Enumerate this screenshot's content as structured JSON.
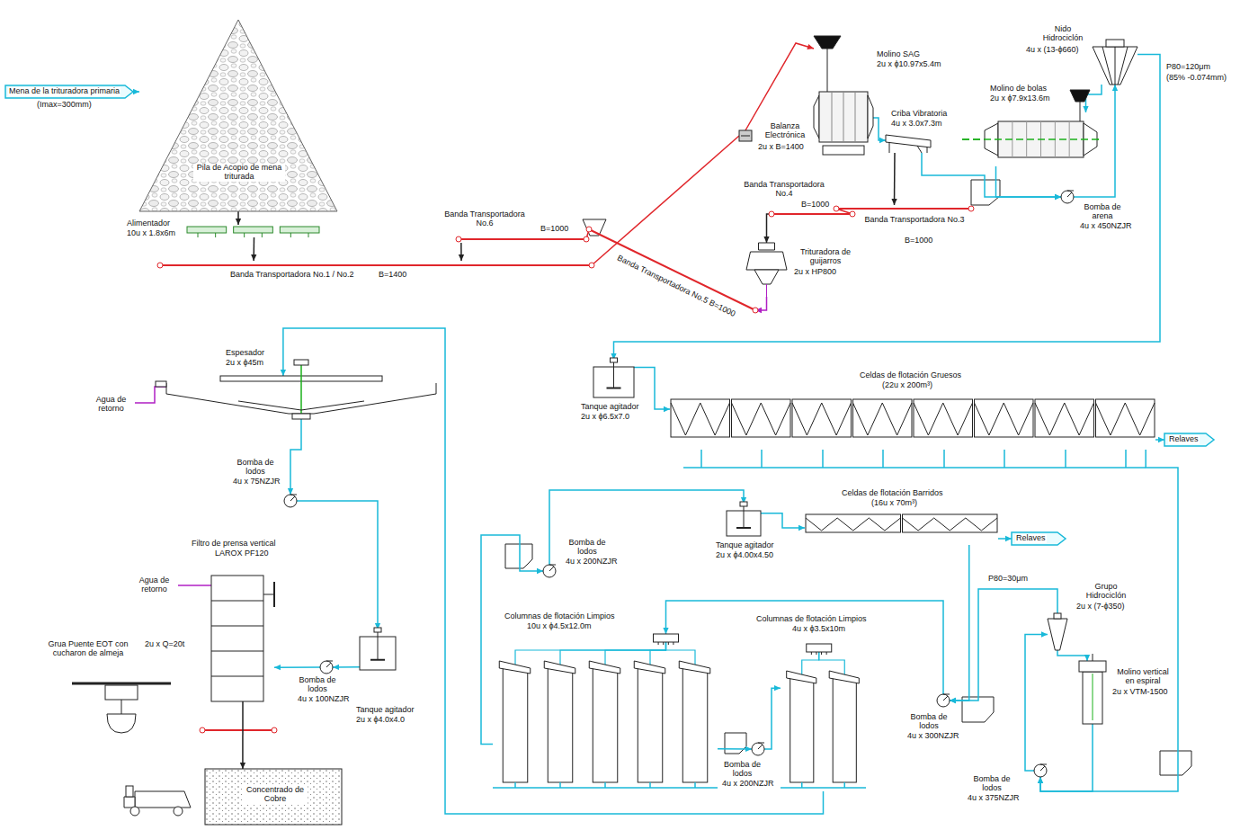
{
  "diagram": {
    "nodes": [
      {
        "text": [
          "Mena de la trituradora primaria",
          "(Imax=300mm)"
        ]
      },
      {
        "text": [
          "Pila de Acopio de mena triturada"
        ]
      },
      {
        "text": [
          "Alimentador",
          "10u x 1.8x6m"
        ]
      },
      {
        "text": [
          "Banda Transportadora No.1 / No.2",
          "B=1400"
        ]
      },
      {
        "text": [
          "Banda Transportadora No.6",
          "B=1000"
        ]
      },
      {
        "text": [
          "Balanza Electrónica",
          "2u x B=1400"
        ]
      },
      {
        "text": [
          "Molino SAG",
          "2u x ϕ10.97x5.4m"
        ]
      },
      {
        "text": [
          "Criba Vibratoria",
          "4u x 3.0x7.3m"
        ]
      },
      {
        "text": [
          "Banda Transportadora No.4",
          "B=1000"
        ]
      },
      {
        "text": [
          "Banda Transportadora No.3",
          "B=1000"
        ]
      },
      {
        "text": [
          "Trituradora de guijarros",
          "2u x HP800"
        ]
      },
      {
        "text": [
          "Banda Transportadora No.5 B=1000"
        ]
      },
      {
        "text": [
          "Molino de bolas",
          "2u x ϕ7.9x13.6m"
        ]
      },
      {
        "text": [
          "Nido Hidrociclón",
          "4u x (13-ϕ660)"
        ]
      },
      {
        "text": [
          "Bomba de arena",
          "4u x 450NZJR"
        ]
      },
      {
        "text": [
          "Tanque agitador",
          "2u x ϕ6.5x7.0"
        ]
      },
      {
        "text": [
          "Celdas de flotación Gruesos",
          "(22u x 200m³)"
        ]
      },
      {
        "text": [
          "Relaves"
        ]
      },
      {
        "text": [
          "Celdas de flotación Barridos",
          "(16u x 70m³)"
        ]
      },
      {
        "text": [
          "Relaves"
        ]
      },
      {
        "text": [
          "Tanque agitador",
          "2u x ϕ4.00x4.50"
        ]
      },
      {
        "text": [
          "Bomba de lodos",
          "4u x 200NZJR"
        ]
      },
      {
        "text": [
          "Columnas de flotación Limpios",
          "10u x ϕ4.5x12.0m"
        ]
      },
      {
        "text": [
          "Columnas de flotación Limpios",
          "4u x ϕ3.5x10m"
        ]
      },
      {
        "text": [
          "Bomba de lodos",
          "4u x 200NZJR"
        ]
      },
      {
        "text": [
          "Bomba de lodos",
          "4u x 300NZJR"
        ]
      },
      {
        "text": [
          "Grupo Hidrociclón",
          "2u x (7-ϕ350)"
        ]
      },
      {
        "text": [
          "Molino vertical en espiral",
          "2u x VTM-1500"
        ]
      },
      {
        "text": [
          "Bomba de lodos",
          "4u x 375NZJR"
        ]
      },
      {
        "text": [
          "Espesador",
          "2u x ϕ45m"
        ]
      },
      {
        "text": [
          "Bomba de lodos",
          "4u x 75NZJR"
        ]
      },
      {
        "text": [
          "Filtro de prensa vertical",
          "LAROX PF120"
        ]
      },
      {
        "text": [
          "Bomba de lodos",
          "4u x 100NZJR"
        ]
      },
      {
        "text": [
          "Tanque agitador",
          "2u x ϕ4.0x4.0"
        ]
      },
      {
        "text": [
          "Grua Puente EOT con cucharon de almeja",
          "2u x Q=20t"
        ]
      },
      {
        "text": [
          "Concentrado de Cobre"
        ]
      }
    ],
    "edges": [
      {
        "from": 0,
        "to": 1,
        "arrow": "to"
      },
      {
        "from": 1,
        "to": 2,
        "arrow": "to"
      },
      {
        "from": 2,
        "to": 3,
        "arrow": "to"
      },
      {
        "from": 3,
        "to": 5,
        "arrow": "none"
      },
      {
        "from": 5,
        "to": 6,
        "arrow": "to"
      },
      {
        "from": 6,
        "to": 7,
        "arrow": "to"
      },
      {
        "from": 7,
        "to": 9,
        "arrow": "to"
      },
      {
        "from": 9,
        "to": 8,
        "arrow": "none"
      },
      {
        "from": 8,
        "to": 10,
        "arrow": "to"
      },
      {
        "from": 10,
        "to": 11,
        "arrow": "to"
      },
      {
        "from": 11,
        "to": 4,
        "arrow": "none"
      },
      {
        "from": 4,
        "to": 3,
        "arrow": "to"
      },
      {
        "from": 7,
        "to": 14,
        "arrow": "to"
      },
      {
        "from": 12,
        "to": 14,
        "arrow": "to"
      },
      {
        "from": 14,
        "to": 13,
        "arrow": "to"
      },
      {
        "from": 13,
        "to": 12,
        "arrow": "to"
      },
      {
        "from": 13,
        "to": 15,
        "arrow": "to"
      },
      {
        "from": 15,
        "to": 16,
        "arrow": "to"
      },
      {
        "from": 16,
        "to": 17,
        "arrow": "to"
      },
      {
        "from": 16,
        "to": 28,
        "arrow": "to"
      },
      {
        "from": 28,
        "to": 26,
        "arrow": "to"
      },
      {
        "from": 26,
        "to": 27,
        "arrow": "to"
      },
      {
        "from": 27,
        "to": 28,
        "arrow": "to"
      },
      {
        "from": 26,
        "to": 25,
        "arrow": "to"
      },
      {
        "from": 18,
        "to": 25,
        "arrow": "to"
      },
      {
        "from": 25,
        "to": 22,
        "arrow": "to"
      },
      {
        "from": 22,
        "to": 21,
        "arrow": "to"
      },
      {
        "from": 21,
        "to": 20,
        "arrow": "to"
      },
      {
        "from": 20,
        "to": 18,
        "arrow": "to"
      },
      {
        "from": 18,
        "to": 19,
        "arrow": "to"
      },
      {
        "from": 22,
        "to": 24,
        "arrow": "to"
      },
      {
        "from": 24,
        "to": 23,
        "arrow": "to"
      },
      {
        "from": 23,
        "to": 29,
        "arrow": "to"
      },
      {
        "from": 29,
        "to": 30,
        "arrow": "to"
      },
      {
        "from": 30,
        "to": 33,
        "arrow": "to"
      },
      {
        "from": 33,
        "to": 32,
        "arrow": "to"
      },
      {
        "from": 32,
        "to": 31,
        "arrow": "to"
      },
      {
        "from": 31,
        "to": 35,
        "arrow": "to"
      }
    ],
    "labels": [
      "P80=120μm",
      "(85% -0.074mm)",
      "P80=30μm",
      "Agua de retorno",
      "Agua de retorno"
    ]
  }
}
